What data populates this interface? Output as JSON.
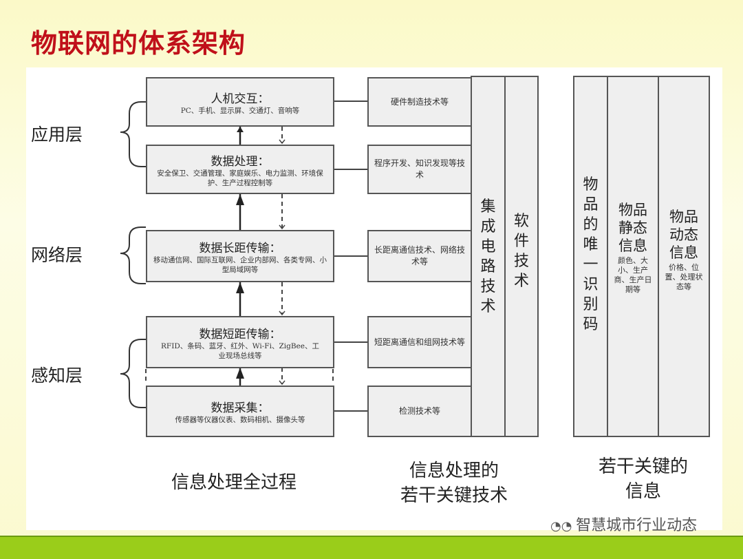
{
  "title": "物联网的体系架构",
  "layers": [
    "应用层",
    "网络层",
    "感知层"
  ],
  "process": [
    {
      "head": "人机交互：",
      "sub": "PC、手机、显示屏、交通灯、音响等",
      "tech": "硬件制造技术等"
    },
    {
      "head": "数据处理：",
      "sub": "安全保卫、交通管理、家庭娱乐、电力监测、环境保护、生产过程控制等",
      "tech": "程序开发、知识发现等技术"
    },
    {
      "head": "数据长距传输：",
      "sub": "移动通信网、国际互联网、企业内部网、各类专网、小型局域网等",
      "tech": "长距离通信技术、网络技术等"
    },
    {
      "head": "数据短距传输：",
      "sub": "RFID、条码、蓝牙、红外、Wi-Fi、ZigBee、工业现场总线等",
      "tech": "短距离通信和组网技术等"
    },
    {
      "head": "数据采集：",
      "sub": "传感器等仪器仪表、数码相机、摄像头等",
      "tech": "检测技术等"
    }
  ],
  "tech_columns": [
    "集成电路技术",
    "软件技术"
  ],
  "info_columns": [
    {
      "title": "物品的唯一识别码",
      "sub": ""
    },
    {
      "title": "物品静态信息",
      "sub": "颜色、大小、生产商、生产日期等"
    },
    {
      "title": "物品动态信息",
      "sub": "价格、位置、处理状态等"
    }
  ],
  "footer": {
    "process": "信息处理全过程",
    "tech_line1": "信息处理的",
    "tech_line2": "若干关键技术",
    "info_line1": "若干关键的",
    "info_line2": "信息"
  },
  "watermark": "智慧城市行业动态"
}
